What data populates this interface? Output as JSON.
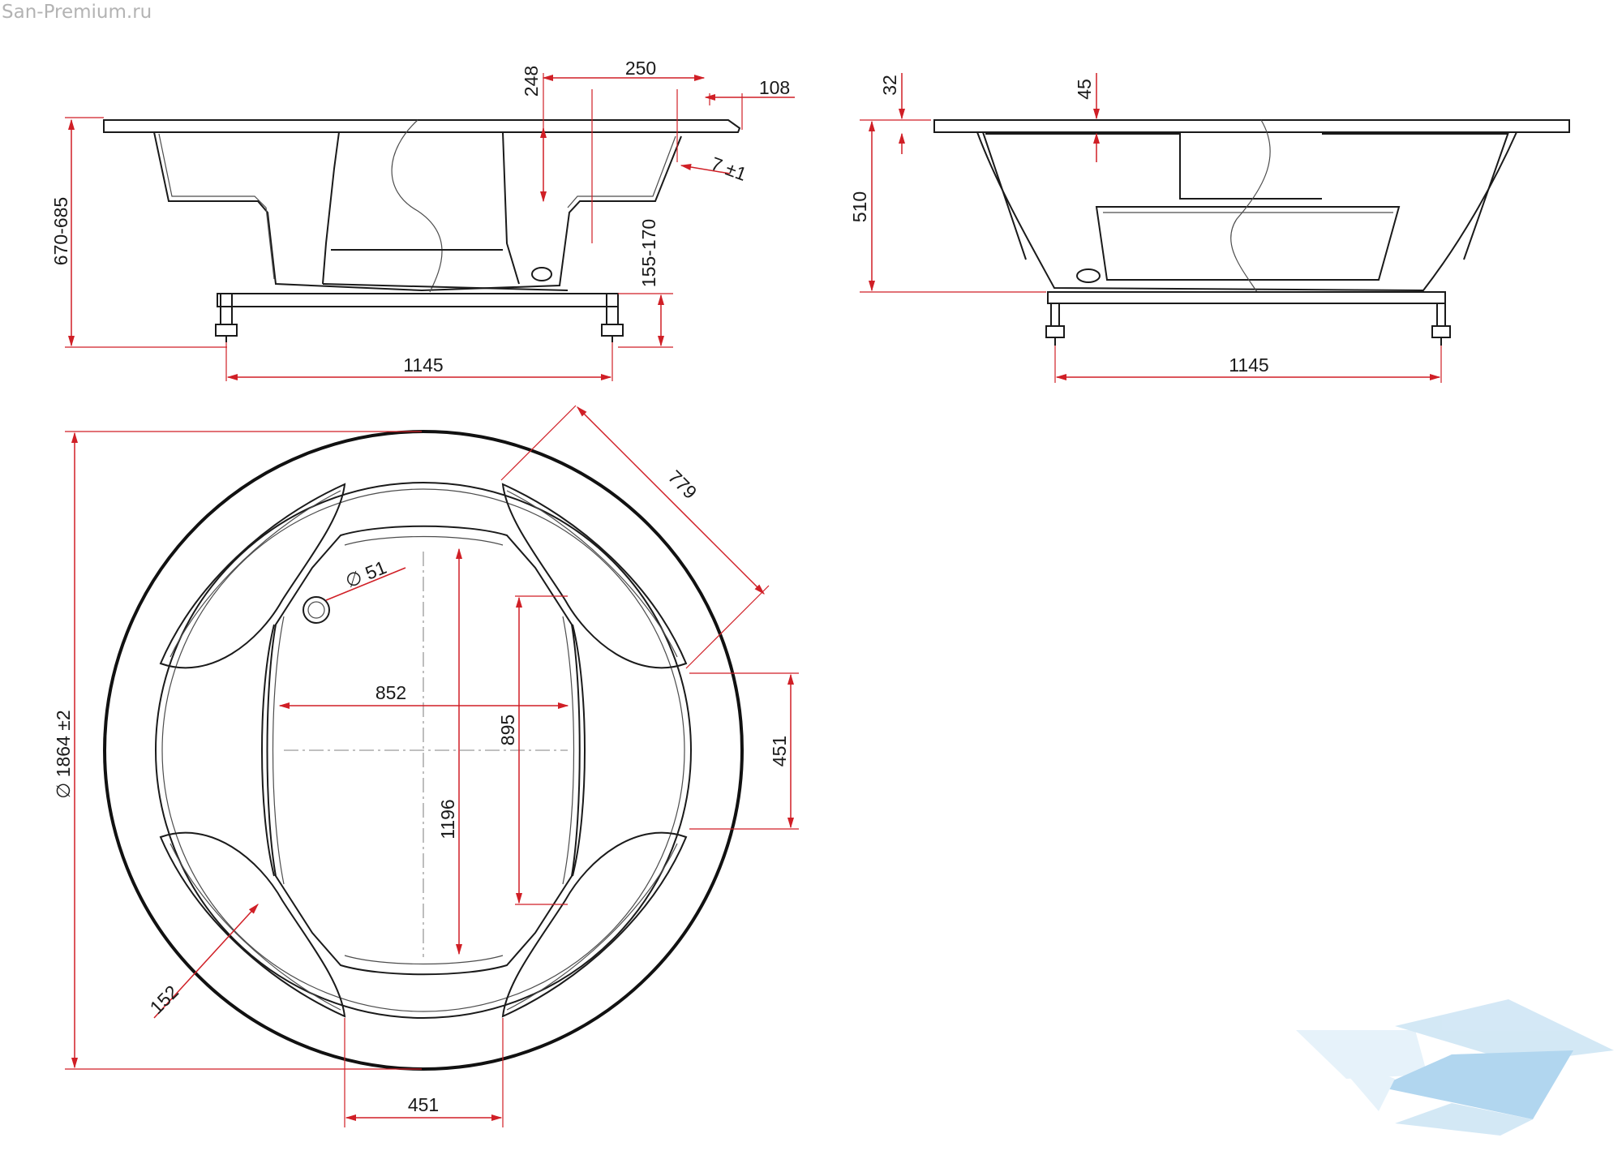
{
  "watermark": "San-Premium.ru",
  "side_view_1": {
    "dims": {
      "height_total": "670-685",
      "depth_inner": "248",
      "step_width": "250",
      "rim": "108",
      "slope": "7 ±1",
      "leg_height": "155-170",
      "frame_width": "1145"
    }
  },
  "side_view_2": {
    "dims": {
      "rim_thickness": "32",
      "top_offset": "45",
      "height": "510",
      "frame_width": "1145"
    }
  },
  "top_view": {
    "dims": {
      "diameter": "∅ 1864 ±2",
      "diagonal": "779",
      "drain": "∅ 51",
      "inner_width": "852",
      "inner_height": "1196",
      "seat_length": "895",
      "seat_right": "451",
      "seat_bottom": "451",
      "armrest": "152"
    }
  },
  "colors": {
    "dimension": "#d01f26",
    "outline": "#1a1a1a",
    "logo": "#a9d2ee"
  }
}
